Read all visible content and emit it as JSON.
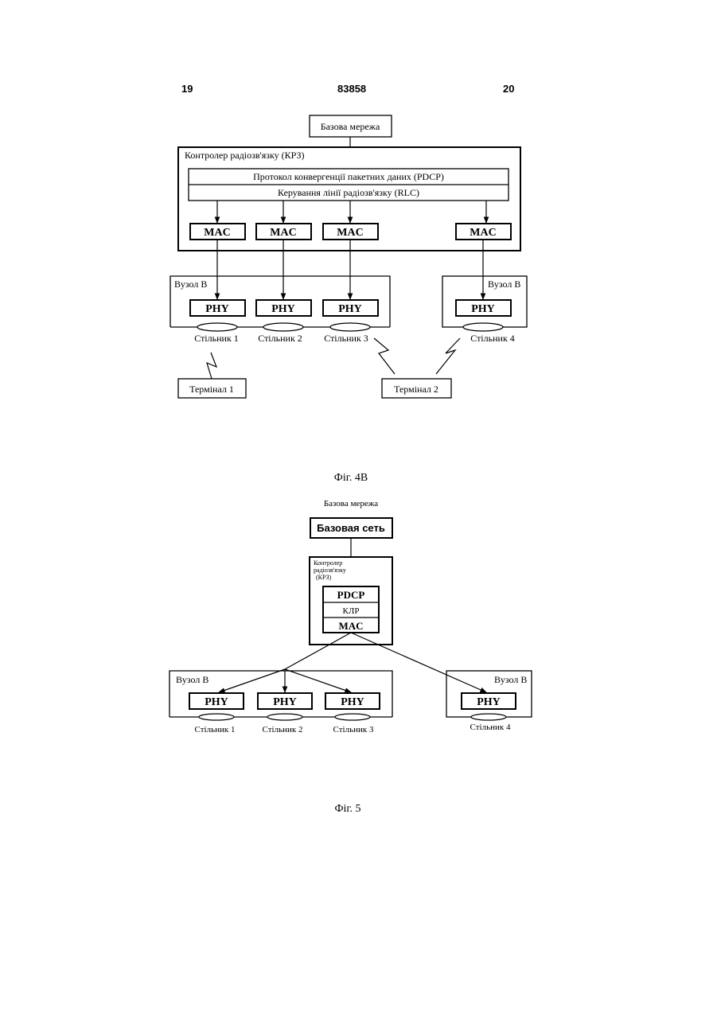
{
  "header": {
    "page_left": "19",
    "doc_number": "83858",
    "page_right": "20"
  },
  "fig4b": {
    "core_network": "Базова мережа",
    "rnc_label": "Контролер радіозв'язку (КРЗ)",
    "pdcp": "Протокол конвергенції пакетних даних (PDCP)",
    "rlc": "Керування лінії радіозв'язку (RLC)",
    "mac": [
      "MAC",
      "MAC",
      "MAC",
      "MAC"
    ],
    "node_b_left": "Вузол В",
    "node_b_right": "Вузол В",
    "phy": [
      "PHY",
      "PHY",
      "PHY",
      "PHY"
    ],
    "cells": [
      "Стільник 1",
      "Стільник 2",
      "Стільник 3",
      "Стільник 4"
    ],
    "terminal1": "Термінал 1",
    "terminal2": "Термінал 2",
    "caption": "Фіг. 4В"
  },
  "fig5": {
    "core_network_label": "Базова мережа",
    "core_network_box": "Базовая сеть",
    "rnc_line1": "Контролер",
    "rnc_line2": "радіозв'язку",
    "rnc_line3": "(КРЗ)",
    "pdcp": "PDCP",
    "rlc": "КЛР",
    "mac": "MAC",
    "node_b_left": "Вузол В",
    "node_b_right": "Вузол В",
    "phy": [
      "PHY",
      "PHY",
      "PHY",
      "PHY"
    ],
    "cells": [
      "Стільник 1",
      "Стільник 2",
      "Стільник 3",
      "Стільник 4"
    ],
    "caption": "Фіг. 5"
  }
}
